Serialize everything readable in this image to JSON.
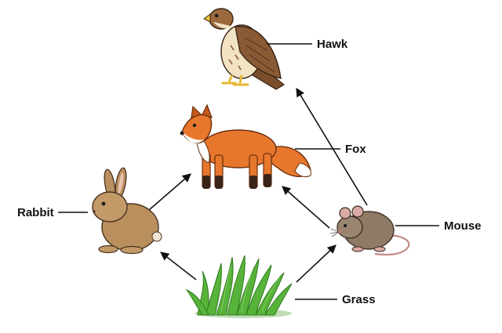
{
  "diagram": {
    "nodes": [
      {
        "id": "hawk",
        "label": "Hawk",
        "icon": "hawk-icon"
      },
      {
        "id": "fox",
        "label": "Fox",
        "icon": "fox-icon"
      },
      {
        "id": "rabbit",
        "label": "Rabbit",
        "icon": "rabbit-icon"
      },
      {
        "id": "mouse",
        "label": "Mouse",
        "icon": "mouse-icon"
      },
      {
        "id": "grass",
        "label": "Grass",
        "icon": "grass-icon"
      }
    ],
    "edges": [
      {
        "from": "grass",
        "to": "rabbit"
      },
      {
        "from": "grass",
        "to": "mouse"
      },
      {
        "from": "rabbit",
        "to": "fox"
      },
      {
        "from": "mouse",
        "to": "fox"
      },
      {
        "from": "mouse",
        "to": "hawk"
      }
    ],
    "colors": {
      "arrow": "#111111",
      "fox": "#e8772e",
      "rabbit": "#b98f5e",
      "mouse": "#8f7a65",
      "hawk": "#8a5a35",
      "grass": "#58b33a"
    }
  }
}
